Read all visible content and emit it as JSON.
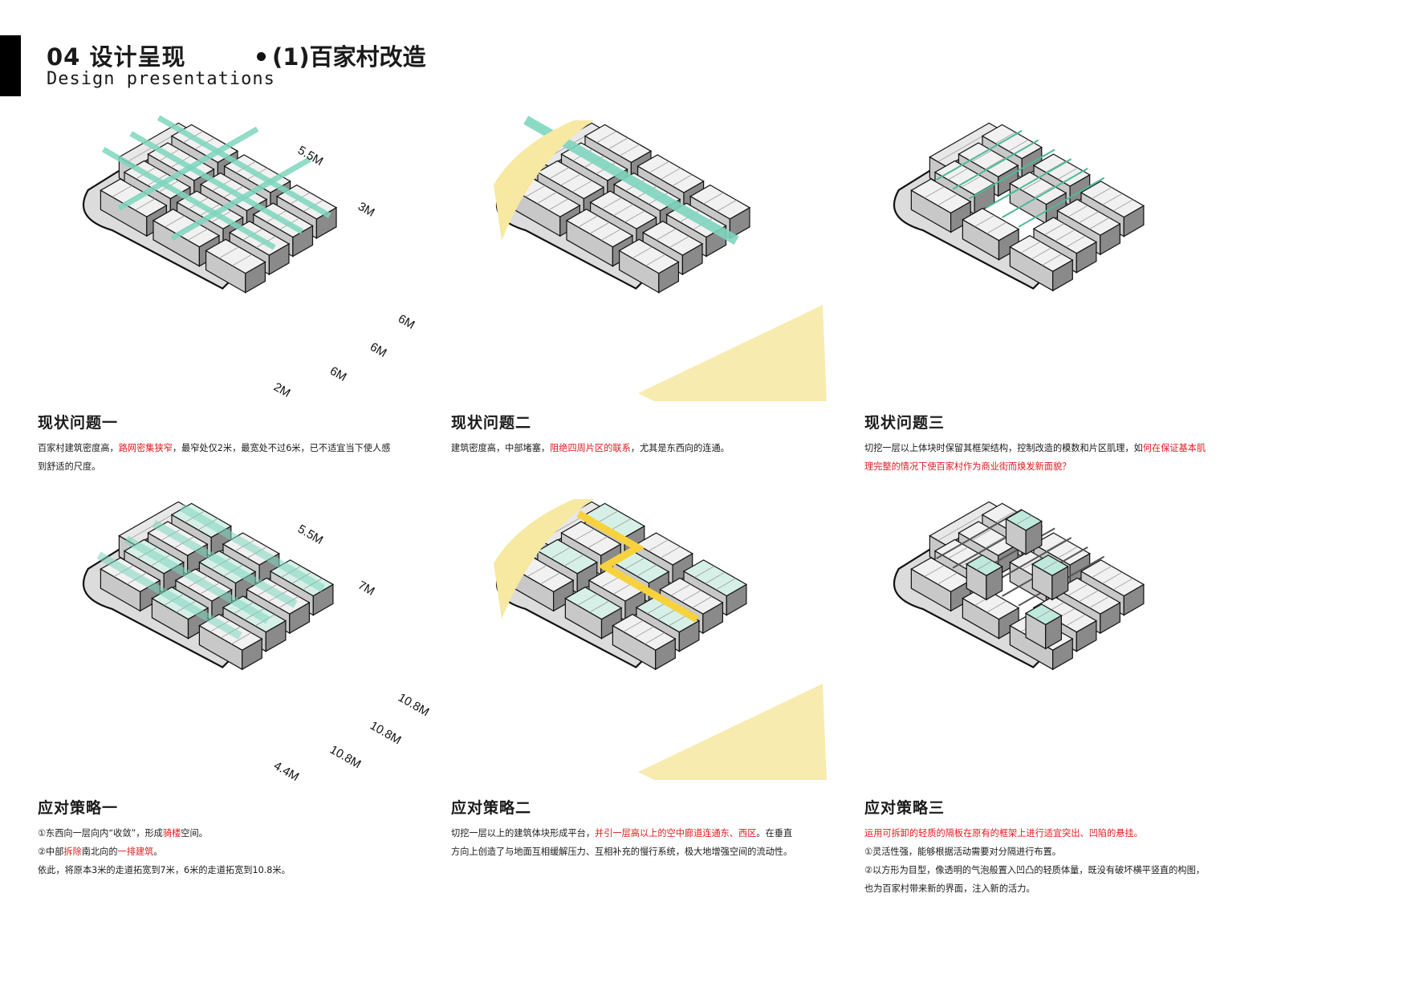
{
  "header": {
    "title_cn": "04 设计呈现",
    "title_en": "Design presentations",
    "section": "(1)百家村改造"
  },
  "colors": {
    "accent_teal": "#7fd6bf",
    "yellow": "#f7e8a2",
    "path_yellow": "#f7d23c",
    "highlight_red": "#e0191e",
    "outline": "#111111"
  },
  "panels": [
    {
      "title": "现状问题一",
      "dims": [
        "5.5M",
        "3M",
        "6M",
        "6M",
        "6M",
        "2M"
      ],
      "lines": [
        [
          {
            "t": "百家村建筑密度高，"
          },
          {
            "t": "路网密集狭窄",
            "red": true
          },
          {
            "t": "，最窄处仅2米，最宽处不过6米，已不适宜当下使人感"
          }
        ],
        [
          {
            "t": "到舒适的尺度。"
          }
        ]
      ]
    },
    {
      "title": "现状问题二",
      "dims": [],
      "lines": [
        [
          {
            "t": "建筑密度高，中部堵塞，"
          },
          {
            "t": "阻绝四周片区的联系",
            "red": true
          },
          {
            "t": "，尤其是东西向的连通。"
          }
        ]
      ]
    },
    {
      "title": "现状问题三",
      "dims": [],
      "lines": [
        [
          {
            "t": "切挖一层以上体块时保留其框架结构，控制改造的模数和片区肌理，如"
          },
          {
            "t": "何在保证基本肌",
            "red": true
          }
        ],
        [
          {
            "t": "理完整的情况下使百家村作为商业街而焕发新面貌？",
            "red": true
          }
        ]
      ]
    },
    {
      "title": "应对策略一",
      "dims": [
        "5.5M",
        "7M",
        "10.8M",
        "10.8M",
        "10.8M",
        "4.4M"
      ],
      "lines": [
        [
          {
            "t": "①东西向一层向内“收敛”，形成"
          },
          {
            "t": "骑楼",
            "red": true
          },
          {
            "t": "空间。"
          }
        ],
        [
          {
            "t": "②中部"
          },
          {
            "t": "拆除",
            "red": true
          },
          {
            "t": "南北向的"
          },
          {
            "t": "一排建筑",
            "red": true
          },
          {
            "t": "。"
          }
        ],
        [
          {
            "t": "依此，将原本3米的走道拓宽到7米，6米的走道拓宽到10.8米。"
          }
        ]
      ]
    },
    {
      "title": "应对策略二",
      "dims": [],
      "lines": [
        [
          {
            "t": "切挖一层以上的建筑体块形成平台，"
          },
          {
            "t": "并引一层高以上的空中廊道连通东、西区",
            "red": true
          },
          {
            "t": "。在垂直"
          }
        ],
        [
          {
            "t": "方向上创造了与地面互相缓解压力、互相补充的慢行系统，极大地增强空间的流动性。"
          }
        ]
      ]
    },
    {
      "title": "应对策略三",
      "dims": [],
      "lines": [
        [
          {
            "t": "运用可拆卸的轻质的隔板在原有的框架上进行适宜突出、凹陷的悬挂。",
            "red": true
          }
        ],
        [
          {
            "t": "①灵活性强，能够根据活动需要对分隔进行布置。"
          }
        ],
        [
          {
            "t": "②以方形为目型，像透明的气泡般置入凹凸的轻质体量，既没有破坏横平竖直的构图，"
          }
        ],
        [
          {
            "t": "也为百家村带来新的界面，注入新的活力。"
          }
        ]
      ]
    }
  ]
}
